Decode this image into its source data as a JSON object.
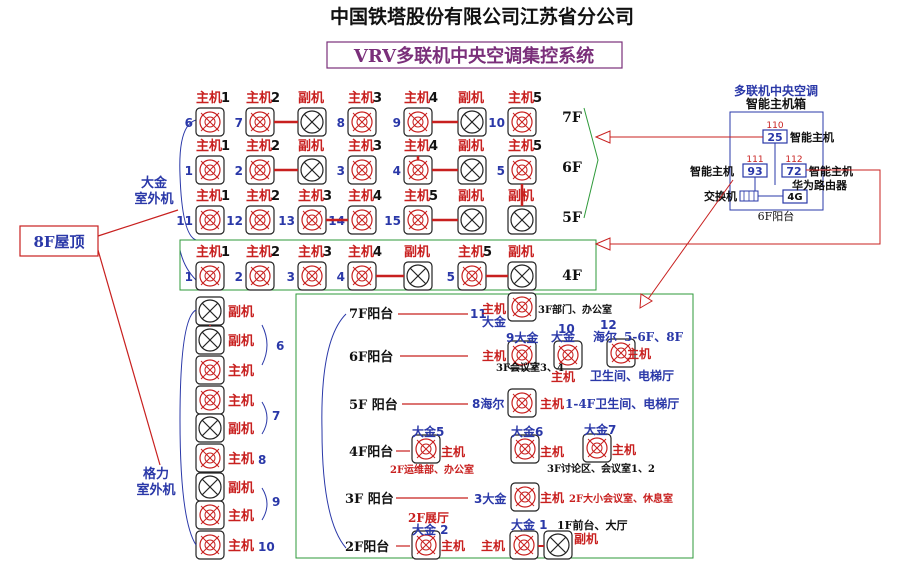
{
  "header": {
    "company": "中国铁塔股份有限公司江苏省分公司",
    "system": "VRV多联机中央空调集控系统"
  },
  "roof_label": "8F屋顶",
  "daikin_group_label": [
    "大金",
    "室外机"
  ],
  "gree_group_label": [
    "格力",
    "室外机"
  ],
  "floor_labels": {
    "f7": "7F",
    "f6": "6F",
    "f5": "5F",
    "f4": "4F"
  },
  "daikin_rows": [
    {
      "units": [
        {
          "top": "主机",
          "topnum": "1",
          "side": "6"
        },
        {
          "top": "主机",
          "topnum": "2",
          "side": "7"
        },
        {
          "top": "副机"
        },
        {
          "top": "主机",
          "topnum": "3",
          "side": "8"
        },
        {
          "top": "主机",
          "topnum": "4",
          "side": "9"
        },
        {
          "top": "副机"
        },
        {
          "top": "主机",
          "topnum": "5",
          "side": "10"
        }
      ]
    },
    {
      "units": [
        {
          "top": "主机",
          "topnum": "1",
          "side": "1"
        },
        {
          "top": "主机",
          "topnum": "2",
          "side": "2"
        },
        {
          "top": "副机"
        },
        {
          "top": "主机",
          "topnum": "3",
          "side": "3"
        },
        {
          "top": "主机",
          "topnum": "4",
          "side": "4"
        },
        {
          "top": "副机"
        },
        {
          "top": "主机",
          "topnum": "5",
          "side": "5"
        }
      ]
    },
    {
      "units": [
        {
          "top": "主机",
          "topnum": "1",
          "side": "11"
        },
        {
          "top": "主机",
          "topnum": "2",
          "side": "12"
        },
        {
          "top": "主机",
          "topnum": "3",
          "side": "13"
        },
        {
          "top": "主机",
          "topnum": "4",
          "side": "14"
        },
        {
          "top": "主机",
          "topnum": "5",
          "side": "15"
        },
        {
          "top": "副机"
        },
        {
          "top": "副机"
        }
      ]
    },
    {
      "units": [
        {
          "top": "主机",
          "topnum": "1",
          "side": "1"
        },
        {
          "top": "主机",
          "topnum": "2",
          "side": "2"
        },
        {
          "top": "主机",
          "topnum": "3",
          "side": "3"
        },
        {
          "top": "主机",
          "topnum": "4",
          "side": "4"
        },
        {
          "top": "副机"
        },
        {
          "top": "主机",
          "topnum": "5",
          "side": "5"
        },
        {
          "top": "副机"
        }
      ]
    }
  ],
  "gree_units": [
    {
      "label": "副机"
    },
    {
      "label": "副机",
      "group": "6"
    },
    {
      "label": "主机"
    },
    {
      "label": "主机"
    },
    {
      "label": "副机",
      "group": "7"
    },
    {
      "label": "主机",
      "num": "8"
    },
    {
      "label": "副机"
    },
    {
      "label": "主机",
      "group": "9"
    },
    {
      "label": "主机",
      "num": "10"
    }
  ],
  "controller": {
    "title": "多联机中央空调",
    "subtitle": "智能主机箱",
    "host_25": {
      "addr": "110",
      "num": "25",
      "label": "智能主机"
    },
    "host_93": {
      "addr": "111",
      "num": "93",
      "label": "智能主机"
    },
    "host_72": {
      "addr": "112",
      "num": "72",
      "label": "智能主机"
    },
    "switch_label": "交换机",
    "router_num": "4G",
    "router_label": "华为路由器",
    "location": "6F阳台"
  },
  "balconies": {
    "b7": "7F阳台",
    "b6": "6F阳台",
    "b5": "5F 阳台",
    "b4": "4F阳台",
    "b3": "3F 阳台",
    "b2": "2F阳台"
  },
  "indoor_annotations": {
    "a11": "11",
    "a_dajin_top": "大金",
    "zhuji_a": "主机",
    "area_3f": "3F部门、办公室",
    "a9": "9大金",
    "a10": "10",
    "a10b": "大金",
    "a12": "12",
    "haier_a": "海尔",
    "area_56": "5-6F、8F",
    "zhuji_b": "主机",
    "zhuji_c": "主机",
    "area_3f_meet": "3F会议室3、4",
    "zhuji_d": "主机",
    "area_wc": "卫生间、电梯厅",
    "a8": "8海尔",
    "zhuji_e": "主机",
    "area_14": "1-4F卫生间、电梯厅",
    "dajin5": "大金5",
    "zhuji_f": "主机",
    "area_2f": "2F运维部、办公室",
    "dajin6": "大金6",
    "zhuji_g": "主机",
    "dajin7": "大金7",
    "zhuji_h": "主机",
    "area_3f_disc": "3F讨论区、会议室1、2",
    "a3": "3大金",
    "zhuji_i": "主机",
    "area_2f_meet": "2F大小会议室、休息室",
    "area_2f_hall": "2F展厅",
    "dajin2": "大金 2",
    "zhuji_j": "主机",
    "zhuji_k": "主机",
    "dajin1": "大金 1",
    "area_1f": "1F前台、大厅",
    "fuji": "副机"
  },
  "colors": {
    "red": "#c8201f",
    "blue": "#2a38a8",
    "green": "#2e9a3a",
    "purple": "#7a2f7a"
  }
}
